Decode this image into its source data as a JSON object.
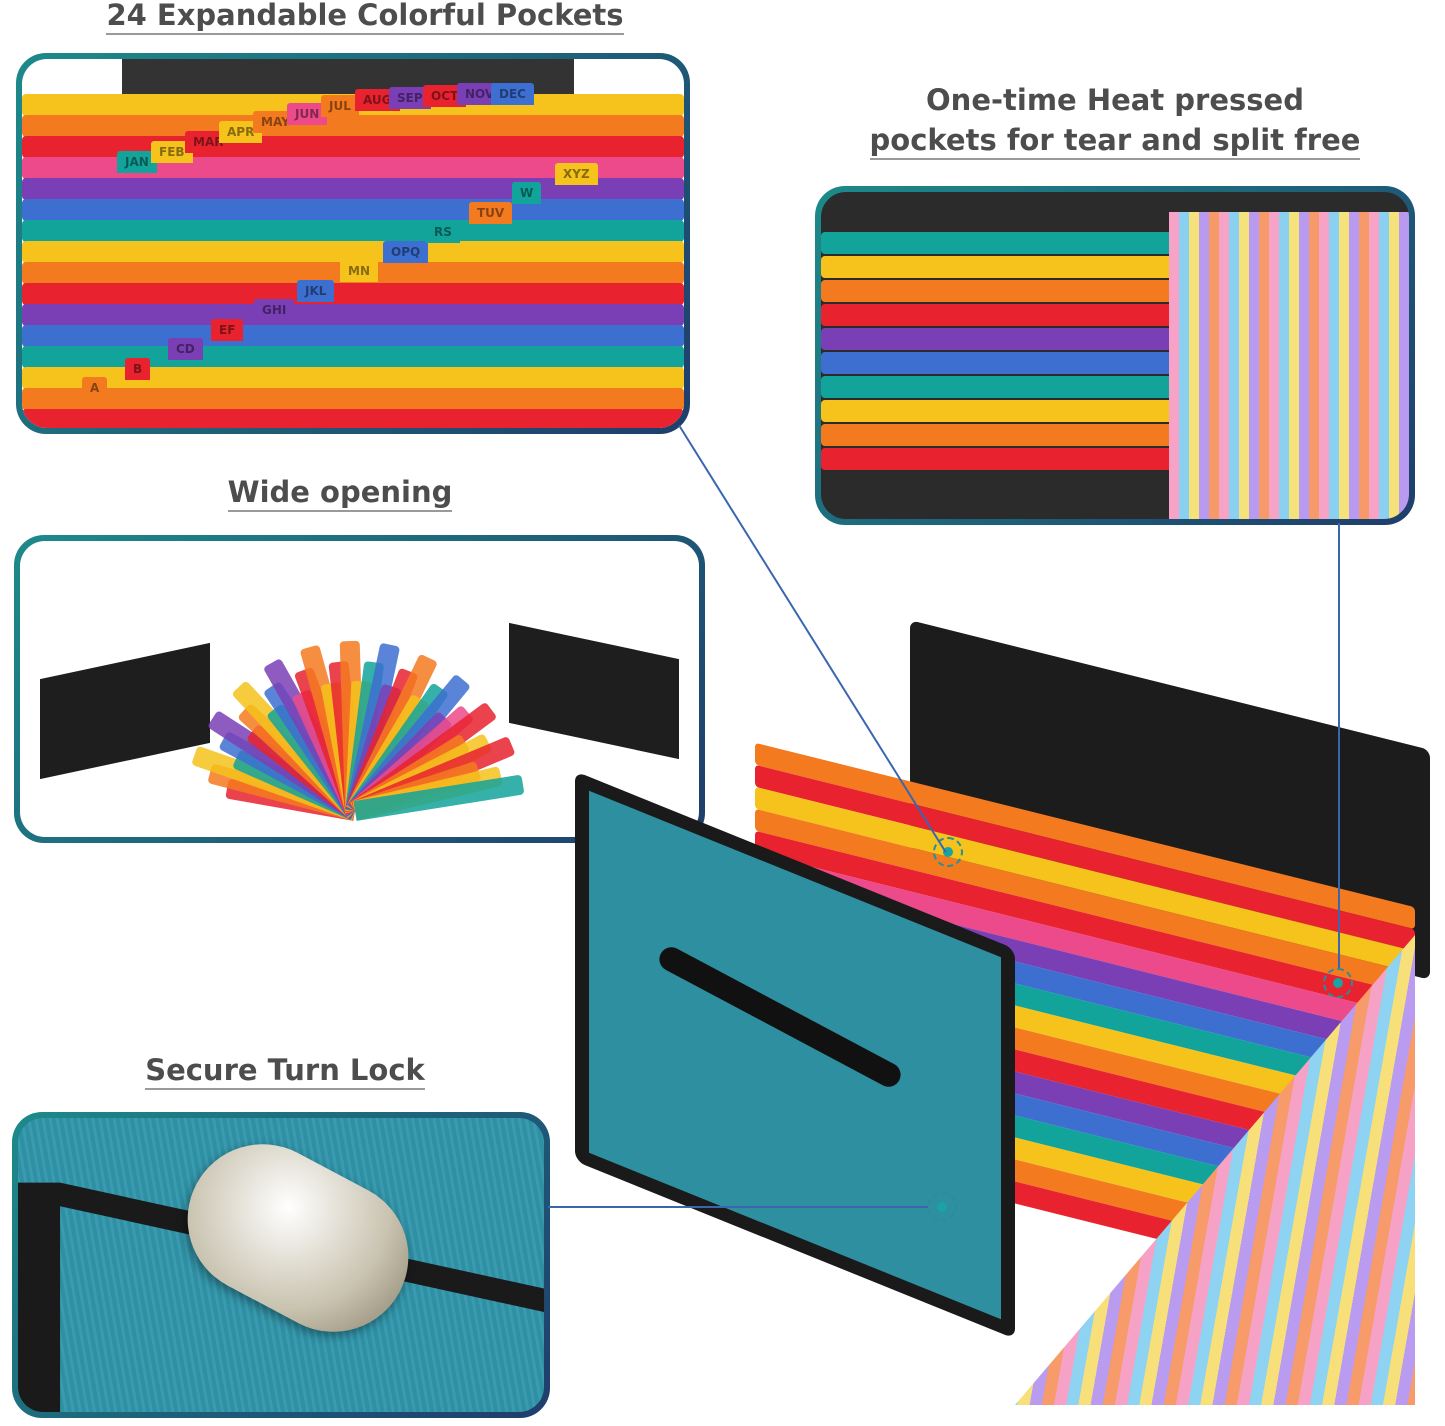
{
  "headings": {
    "pockets": "24 Expandable Colorful Pockets",
    "heat_line1": "One-time Heat pressed",
    "heat_line2": "pockets for tear and split free",
    "wide": "Wide opening",
    "lock": "Secure Turn Lock"
  },
  "tabs": {
    "months": [
      "JAN",
      "FEB",
      "MAR",
      "APR",
      "MAY",
      "JUN",
      "JUL",
      "AUG",
      "SEP",
      "OCT",
      "NOV",
      "DEC"
    ],
    "alpha": [
      "A",
      "B",
      "CD",
      "EF",
      "GHI",
      "JKL",
      "MN",
      "OPQ",
      "RS",
      "TUV",
      "W",
      "XYZ"
    ]
  },
  "colors": {
    "pockets": [
      "#e8222e",
      "#f47a20",
      "#f6c21c",
      "#12a39a",
      "#3d6fd0",
      "#7a3fb5",
      "#e8222e",
      "#f47a20",
      "#f6c21c",
      "#12a39a",
      "#3d6fd0",
      "#7a3fb5",
      "#ec4a8a",
      "#e8222e",
      "#f47a20",
      "#f6c21c"
    ],
    "frame": "#1e7f86",
    "connector": "#3a66b0",
    "cover": "#2e8fa0",
    "binding": "#1a1a1a"
  }
}
